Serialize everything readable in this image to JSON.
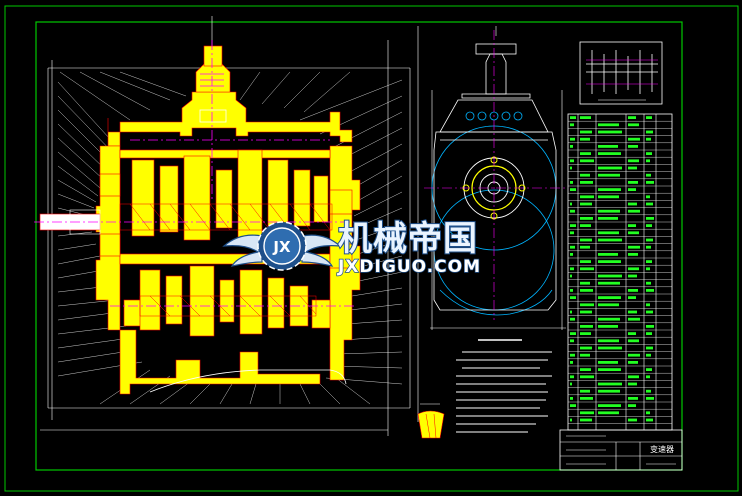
{
  "watermark": {
    "brand_cn": "机械帝国",
    "brand_en": "JXDIGUO.COM",
    "emblem_text": "JX"
  },
  "title_block": {
    "title": "变速器"
  },
  "colors": {
    "background": "#000000",
    "frame": "#00c800",
    "part_fill": "#ffff00",
    "outline": "#ff0000",
    "centerline": "#ff00ff",
    "dimension": "#ffffff",
    "construction": "#00b4ff",
    "watermark_blue": "#1e4f8a"
  }
}
